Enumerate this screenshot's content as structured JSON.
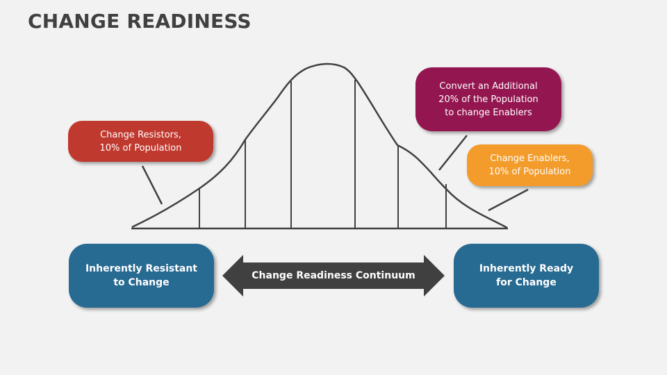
{
  "title": "CHANGE READINESS",
  "callouts": {
    "resistors": {
      "text": "Change Resistors,\n10% of Population",
      "color": "#c0392f"
    },
    "convert": {
      "text": "Convert an Additional\n20% of the Population\nto change Enablers",
      "color": "#941650"
    },
    "enablers": {
      "text": "Change Enablers,\n10% of Population",
      "color": "#f39c2b"
    }
  },
  "bottom": {
    "left": {
      "text": "Inherently Resistant\nto Change",
      "color": "#276a92"
    },
    "arrow": {
      "text": "Change Readiness Continuum",
      "color": "#404040"
    },
    "right": {
      "text": "Inherently Ready\nfor Change",
      "color": "#276a92"
    }
  },
  "curve": {
    "type": "bell-curve",
    "divisions": 7,
    "line_color": "#404040"
  }
}
